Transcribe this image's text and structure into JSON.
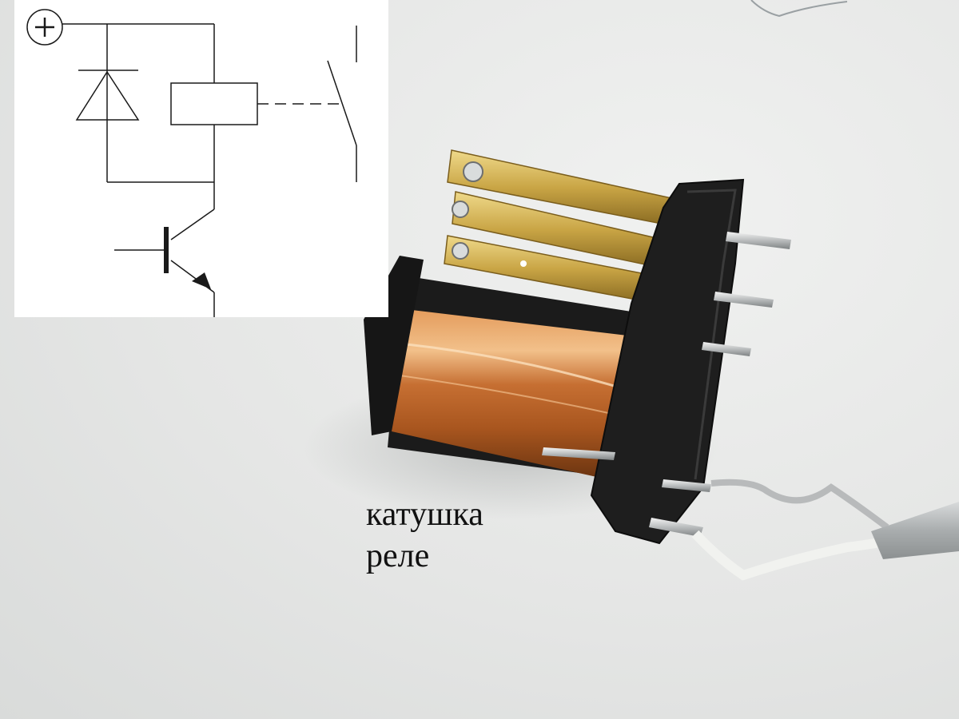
{
  "schematic": {
    "supply_symbol": "+",
    "components": [
      "plus-terminal",
      "flyback-diode",
      "relay-coil",
      "relay-contact",
      "npn-transistor"
    ]
  },
  "photo": {
    "subject": "relay-coil-photo",
    "colors": {
      "copper": "#c8753a",
      "plastic": "#1c1c1c",
      "brass": "#c9a545",
      "background": "#e6e7e6"
    }
  },
  "caption": {
    "line1": "катушка",
    "line2": "реле"
  }
}
